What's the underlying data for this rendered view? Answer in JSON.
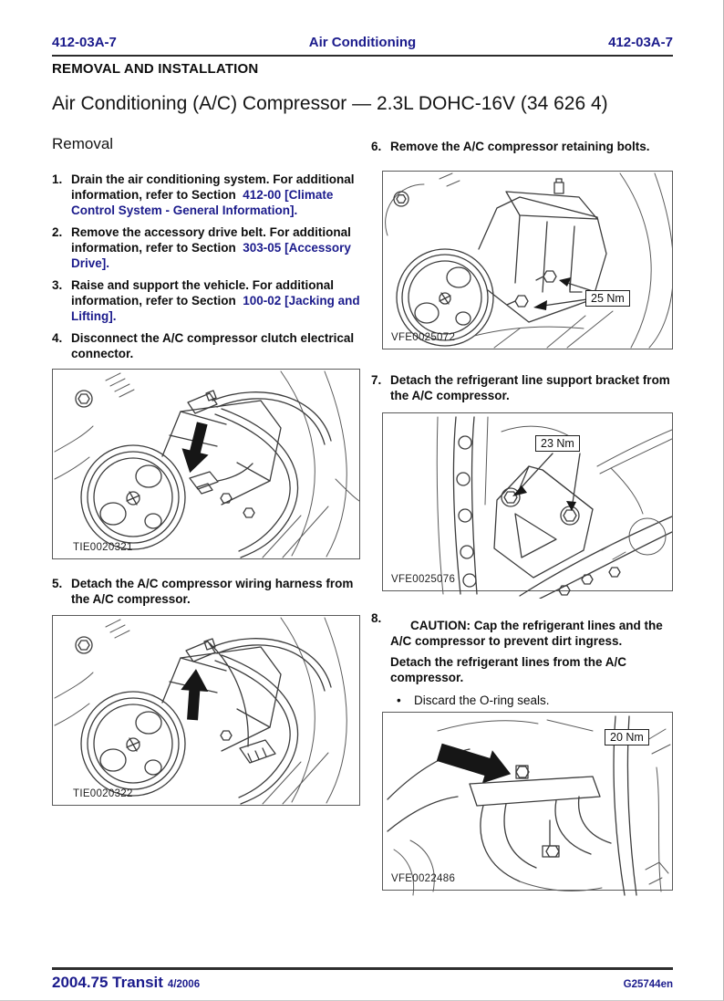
{
  "header": {
    "left_code": "412-03A-7",
    "center_title": "Air Conditioning",
    "right_code": "412-03A-7"
  },
  "section_heading": "REMOVAL AND INSTALLATION",
  "page_title": "Air Conditioning (A/C) Compressor — 2.3L DOHC-16V (34 626 4)",
  "removal_heading": "Removal",
  "steps": {
    "step1": {
      "num": "1.",
      "text_before_link": "Drain the air conditioning system. For additional information, refer to Section  ",
      "link": "412-00 [Climate Control System - General Information]."
    },
    "step2": {
      "num": "2.",
      "text_before_link": "Remove the accessory drive belt. For additional information, refer to Section  ",
      "link": "303-05 [Accessory Drive]."
    },
    "step3": {
      "num": "3.",
      "text_before_link": "Raise and support the vehicle. For additional information, refer to Section  ",
      "link": "100-02 [Jacking and Lifting]."
    },
    "step4": {
      "num": "4.",
      "text": "Disconnect the A/C compressor clutch electrical connector."
    },
    "step5": {
      "num": "5.",
      "text": "Detach the A/C compressor wiring harness from the A/C compressor."
    },
    "step6": {
      "num": "6.",
      "text": "Remove the A/C compressor retaining bolts."
    },
    "step7": {
      "num": "7.",
      "text": "Detach the refrigerant line support bracket from the A/C compressor."
    },
    "step8": {
      "num": "8.",
      "caution": "CAUTION: Cap the refrigerant lines and the A/C compressor to prevent dirt ingress.",
      "text": "Detach the refrigerant lines from the A/C compressor.",
      "bullet_glyph": "•",
      "bullet": "Discard the O-ring seals."
    }
  },
  "figures": {
    "fig_clutch_connector": {
      "label": "TIE0020321"
    },
    "fig_wiring_harness": {
      "label": "TIE0020322"
    },
    "fig_retaining_bolts": {
      "label": "VFE0025072",
      "torque": "25 Nm"
    },
    "fig_support_bracket": {
      "label": "VFE0025076",
      "torque": "23 Nm"
    },
    "fig_refrigerant_lines": {
      "label": "VFE0022486",
      "torque": "20 Nm"
    }
  },
  "footer": {
    "model": "2004.75 Transit",
    "date": "4/2006",
    "doc_code": "G25744en"
  },
  "colors": {
    "navy": "#1b1b8c",
    "rule": "#2b2b2b",
    "arrow_black": "#161616"
  }
}
